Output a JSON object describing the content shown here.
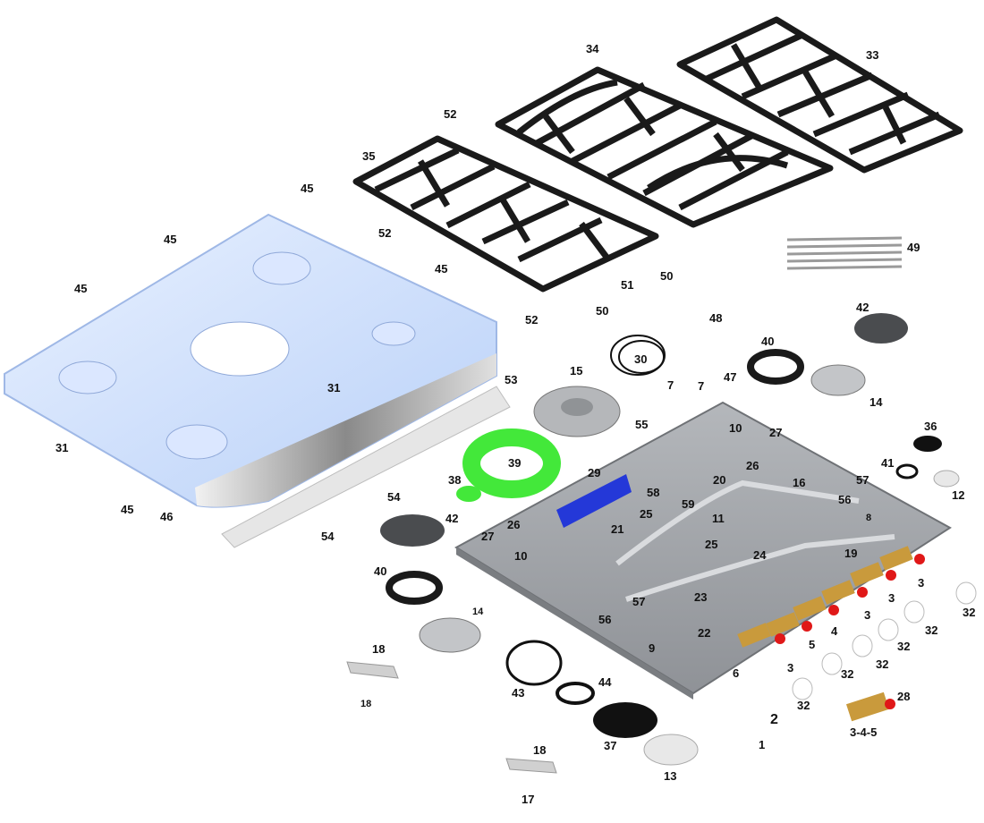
{
  "colors": {
    "grate": "#1a1a1a",
    "top_glass": "#cfe0ff",
    "tray": "#9b9ea3",
    "highlight_green": "#43e83a",
    "valve_brass": "#c99a3c",
    "valve_red": "#e01818",
    "igniter_blue": "#2438d8"
  },
  "labels": [
    {
      "id": "l34",
      "text": "34"
    },
    {
      "id": "l33",
      "text": "33"
    },
    {
      "id": "l52a",
      "text": "52"
    },
    {
      "id": "l35",
      "text": "35"
    },
    {
      "id": "l45a",
      "text": "45"
    },
    {
      "id": "l52b",
      "text": "52"
    },
    {
      "id": "l45b",
      "text": "45"
    },
    {
      "id": "l45c",
      "text": "45"
    },
    {
      "id": "l45d",
      "text": "45"
    },
    {
      "id": "l49",
      "text": "49"
    },
    {
      "id": "l51",
      "text": "51"
    },
    {
      "id": "l50a",
      "text": "50"
    },
    {
      "id": "l52c",
      "text": "52"
    },
    {
      "id": "l50b",
      "text": "50"
    },
    {
      "id": "l48",
      "text": "48"
    },
    {
      "id": "l42a",
      "text": "42"
    },
    {
      "id": "l40a",
      "text": "40"
    },
    {
      "id": "l30",
      "text": "30"
    },
    {
      "id": "l47",
      "text": "47"
    },
    {
      "id": "l7a",
      "text": "7"
    },
    {
      "id": "l7b",
      "text": "7"
    },
    {
      "id": "l15",
      "text": "15"
    },
    {
      "id": "l14a",
      "text": "14"
    },
    {
      "id": "l53",
      "text": "53"
    },
    {
      "id": "l31a",
      "text": "31"
    },
    {
      "id": "l31b",
      "text": "31"
    },
    {
      "id": "l55",
      "text": "55"
    },
    {
      "id": "l10a",
      "text": "10"
    },
    {
      "id": "l27a",
      "text": "27"
    },
    {
      "id": "l36",
      "text": "36"
    },
    {
      "id": "l26a",
      "text": "26"
    },
    {
      "id": "l41",
      "text": "41"
    },
    {
      "id": "l12",
      "text": "12"
    },
    {
      "id": "l39",
      "text": "39"
    },
    {
      "id": "l29",
      "text": "29"
    },
    {
      "id": "l20",
      "text": "20"
    },
    {
      "id": "l16",
      "text": "16"
    },
    {
      "id": "l57a",
      "text": "57"
    },
    {
      "id": "l38",
      "text": "38"
    },
    {
      "id": "l58",
      "text": "58"
    },
    {
      "id": "l56a",
      "text": "56"
    },
    {
      "id": "l59",
      "text": "59"
    },
    {
      "id": "l8",
      "text": "8"
    },
    {
      "id": "l45e",
      "text": "45"
    },
    {
      "id": "l46",
      "text": "46"
    },
    {
      "id": "l54a",
      "text": "54"
    },
    {
      "id": "l25a",
      "text": "25"
    },
    {
      "id": "l11",
      "text": "11"
    },
    {
      "id": "l42b",
      "text": "42"
    },
    {
      "id": "l26b",
      "text": "26"
    },
    {
      "id": "l21",
      "text": "21"
    },
    {
      "id": "l54b",
      "text": "54"
    },
    {
      "id": "l27b",
      "text": "27"
    },
    {
      "id": "l25b",
      "text": "25"
    },
    {
      "id": "l10b",
      "text": "10"
    },
    {
      "id": "l19",
      "text": "19"
    },
    {
      "id": "l24",
      "text": "24"
    },
    {
      "id": "l40b",
      "text": "40"
    },
    {
      "id": "l3a",
      "text": "3"
    },
    {
      "id": "l3b",
      "text": "3"
    },
    {
      "id": "l3c",
      "text": "3"
    },
    {
      "id": "l32a",
      "text": "32"
    },
    {
      "id": "l14b",
      "text": "14"
    },
    {
      "id": "l23",
      "text": "23"
    },
    {
      "id": "l57b",
      "text": "57"
    },
    {
      "id": "l56b",
      "text": "56"
    },
    {
      "id": "l4",
      "text": "4"
    },
    {
      "id": "l32b",
      "text": "32"
    },
    {
      "id": "l22",
      "text": "22"
    },
    {
      "id": "l5",
      "text": "5"
    },
    {
      "id": "l32c",
      "text": "32"
    },
    {
      "id": "l18a",
      "text": "18"
    },
    {
      "id": "l9",
      "text": "9"
    },
    {
      "id": "l32d",
      "text": "32"
    },
    {
      "id": "l3d",
      "text": "3"
    },
    {
      "id": "l6",
      "text": "6"
    },
    {
      "id": "l32e",
      "text": "32"
    },
    {
      "id": "l43",
      "text": "43"
    },
    {
      "id": "l44",
      "text": "44"
    },
    {
      "id": "l18b",
      "text": "18"
    },
    {
      "id": "l28",
      "text": "28"
    },
    {
      "id": "l32f",
      "text": "32"
    },
    {
      "id": "l2",
      "text": "2"
    },
    {
      "id": "l37",
      "text": "37"
    },
    {
      "id": "l1",
      "text": "1"
    },
    {
      "id": "l345",
      "text": "3-4-5"
    },
    {
      "id": "l18c",
      "text": "18"
    },
    {
      "id": "l13",
      "text": "13"
    },
    {
      "id": "l17",
      "text": "17"
    }
  ]
}
